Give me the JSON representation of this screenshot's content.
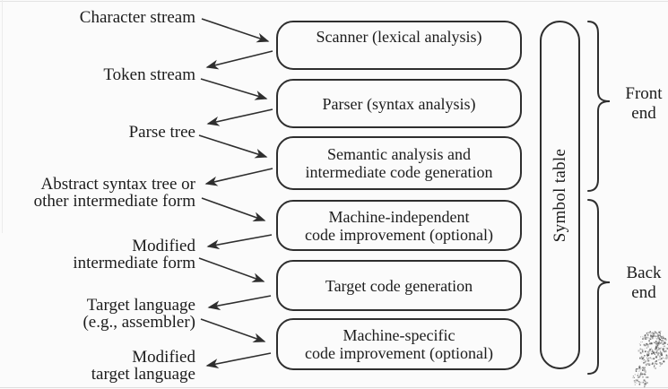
{
  "diagram": {
    "left_labels": [
      {
        "id": "character-stream",
        "text": "Character stream"
      },
      {
        "id": "token-stream",
        "text": "Token stream"
      },
      {
        "id": "parse-tree",
        "text": "Parse tree"
      },
      {
        "id": "abstract-syntax-tree",
        "text": "Abstract syntax tree or\nother intermediate form"
      },
      {
        "id": "modified-intermediate-form",
        "text": "Modified\nintermediate form"
      },
      {
        "id": "target-language",
        "text": "Target language\n(e.g., assembler)"
      },
      {
        "id": "modified-target-language",
        "text": "Modified\ntarget language"
      }
    ],
    "stages": [
      {
        "id": "scanner",
        "label": "Scanner (lexical analysis)"
      },
      {
        "id": "parser",
        "label": "Parser (syntax analysis)"
      },
      {
        "id": "semantic-analysis",
        "label": "Semantic analysis and\nintermediate code generation"
      },
      {
        "id": "machine-independent-improve",
        "label": "Machine-independent\ncode improvement (optional)"
      },
      {
        "id": "target-code-generation",
        "label": "Target code generation"
      },
      {
        "id": "machine-specific-improve",
        "label": "Machine-specific\ncode improvement (optional)"
      }
    ],
    "symbol_table": {
      "label": "Symbol table"
    },
    "groups": {
      "front": {
        "label": "Front\nend"
      },
      "back": {
        "label": "Back\nend"
      }
    },
    "colors": {
      "line": "#2e2e2e",
      "text": "#1c1c1c",
      "background": "#fbfbfb"
    }
  }
}
